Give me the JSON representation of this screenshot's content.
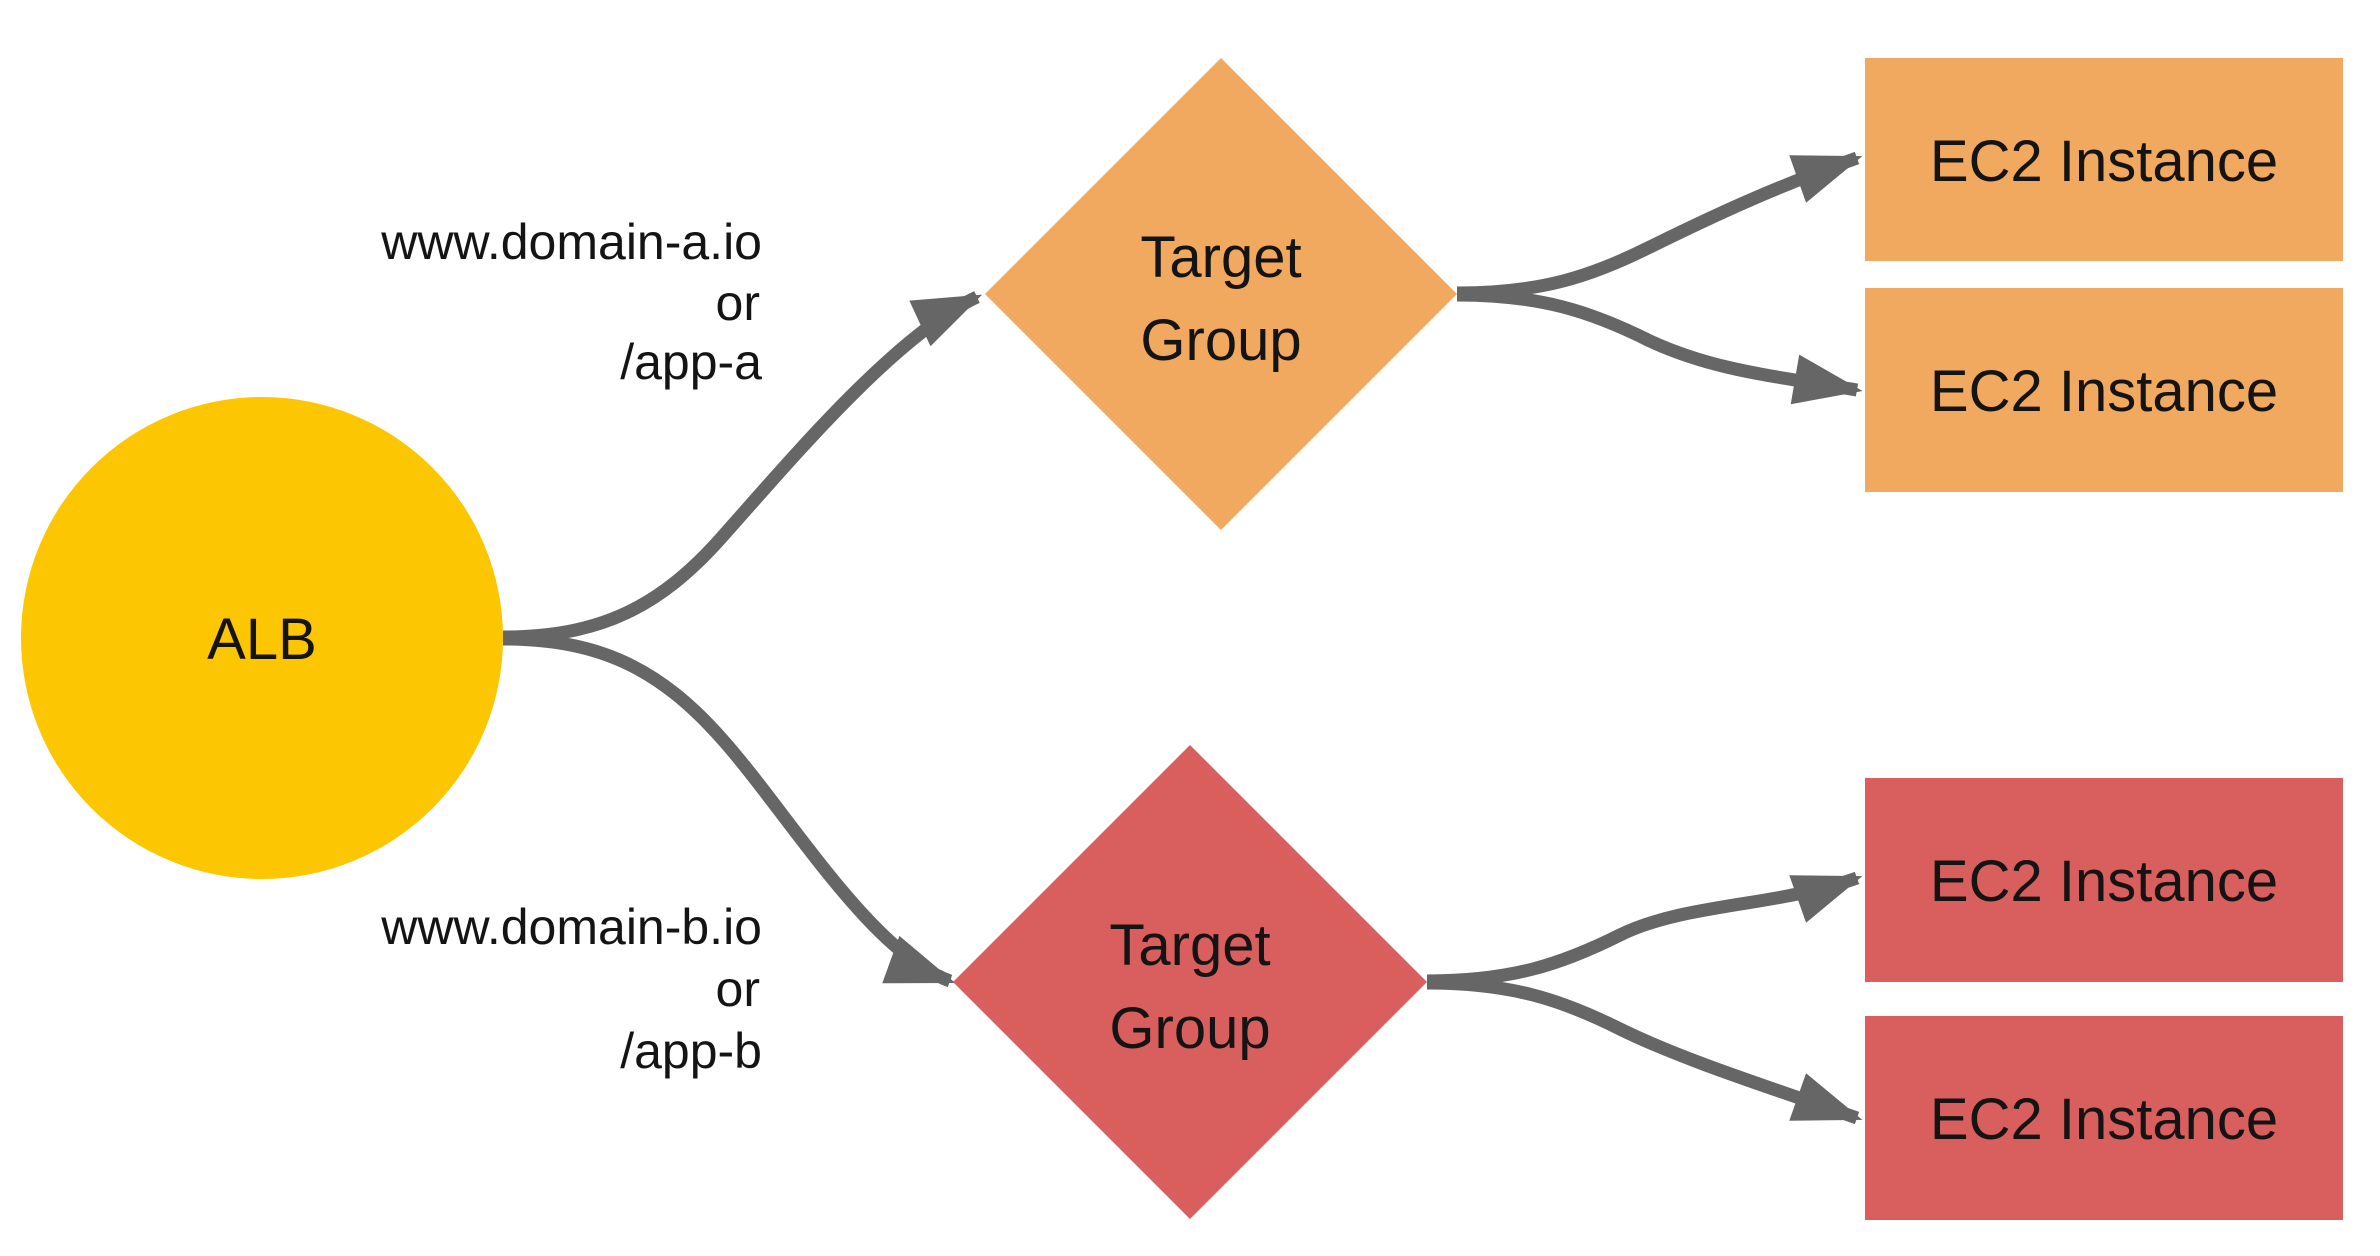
{
  "colors": {
    "alb_yellow": "#FDC602",
    "target_group_orange": "#F1A85F",
    "target_group_red": "#D95F5F",
    "arrow_gray": "#666666",
    "label_black": "#141414"
  },
  "alb": {
    "label": "ALB"
  },
  "route_a": {
    "host": "www.domain-a.io",
    "conjunction": "or",
    "path": "/app-a"
  },
  "route_b": {
    "host": "www.domain-b.io",
    "conjunction": "or",
    "path": "/app-b"
  },
  "target_group_a": {
    "line1": "Target",
    "line2": "Group"
  },
  "target_group_b": {
    "line1": "Target",
    "line2": "Group"
  },
  "ec2_a": [
    "EC2 Instance",
    "EC2 Instance"
  ],
  "ec2_b": [
    "EC2 Instance",
    "EC2 Instance"
  ]
}
